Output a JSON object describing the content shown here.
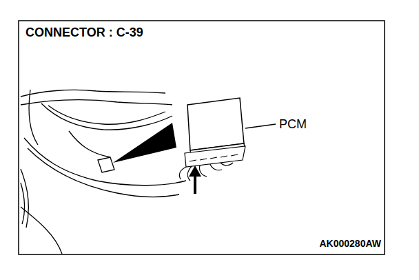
{
  "diagram": {
    "title": "CONNECTOR : C-39",
    "labels": [
      "PCM",
      "AK000280AW"
    ]
  }
}
